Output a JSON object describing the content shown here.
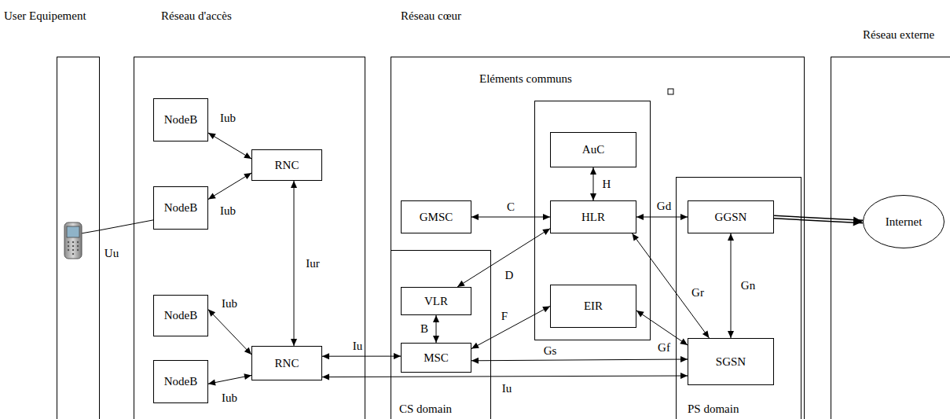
{
  "diagram": {
    "nodes": [
      {
        "text": [
          "User Equipement"
        ]
      },
      {
        "text": [
          "Réseau d'accès"
        ]
      },
      {
        "text": [
          "NodeB"
        ],
        "in": 1
      },
      {
        "text": [
          "NodeB"
        ],
        "in": 1
      },
      {
        "text": [
          "RNC"
        ],
        "in": 1
      },
      {
        "text": [
          "NodeB"
        ],
        "in": 1
      },
      {
        "text": [
          "NodeB"
        ],
        "in": 1
      },
      {
        "text": [
          "RNC"
        ],
        "in": 1
      },
      {
        "text": [
          "Réseau cœur"
        ]
      },
      {
        "text": [
          "Eléments communs"
        ],
        "in": 8
      },
      {
        "text": [
          "AuC"
        ],
        "in": 9
      },
      {
        "text": [
          "HLR"
        ],
        "in": 9
      },
      {
        "text": [
          "EIR"
        ],
        "in": 9
      },
      {
        "text": [
          "GMSC"
        ],
        "in": 8
      },
      {
        "text": [
          "CS domain"
        ],
        "in": 8
      },
      {
        "text": [
          "VLR"
        ],
        "in": 14
      },
      {
        "text": [
          "MSC"
        ],
        "in": 14
      },
      {
        "text": [
          "PS domain"
        ],
        "in": 8
      },
      {
        "text": [
          "GGSN"
        ],
        "in": 17
      },
      {
        "text": [
          "SGSN"
        ],
        "in": 17
      },
      {
        "text": [
          "Réseau externe"
        ]
      },
      {
        "text": [
          "Internet"
        ],
        "in": 20
      }
    ],
    "edges": [
      {
        "from": 0,
        "to": 3,
        "arrow": "none",
        "label": "Uu"
      },
      {
        "from": 2,
        "to": 4,
        "arrow": "both",
        "label": "Iub"
      },
      {
        "from": 3,
        "to": 4,
        "arrow": "both",
        "label": "Iub"
      },
      {
        "from": 4,
        "to": 7,
        "arrow": "both",
        "label": "Iur"
      },
      {
        "from": 5,
        "to": 7,
        "arrow": "both",
        "label": "Iub"
      },
      {
        "from": 6,
        "to": 7,
        "arrow": "both",
        "label": "Iub"
      },
      {
        "from": 7,
        "to": 16,
        "arrow": "both",
        "label": "Iu"
      },
      {
        "from": 7,
        "to": 19,
        "arrow": "both",
        "label": "Iu"
      },
      {
        "from": 13,
        "to": 11,
        "arrow": "both",
        "label": "C"
      },
      {
        "from": 10,
        "to": 11,
        "arrow": "both",
        "label": "H"
      },
      {
        "from": 11,
        "to": 15,
        "arrow": "both",
        "label": "D"
      },
      {
        "from": 15,
        "to": 16,
        "arrow": "both",
        "label": "B"
      },
      {
        "from": 16,
        "to": 12,
        "arrow": "both",
        "label": "F"
      },
      {
        "from": 11,
        "to": 18,
        "arrow": "both",
        "label": "Gd"
      },
      {
        "from": 18,
        "to": 19,
        "arrow": "both",
        "label": "Gn"
      },
      {
        "from": 11,
        "to": 19,
        "arrow": "both",
        "label": "Gr"
      },
      {
        "from": 12,
        "to": 19,
        "arrow": "both",
        "label": "Gf"
      },
      {
        "from": 16,
        "to": 19,
        "arrow": "both",
        "label": "Gs"
      },
      {
        "from": 18,
        "to": 21,
        "arrow": "to"
      }
    ]
  }
}
